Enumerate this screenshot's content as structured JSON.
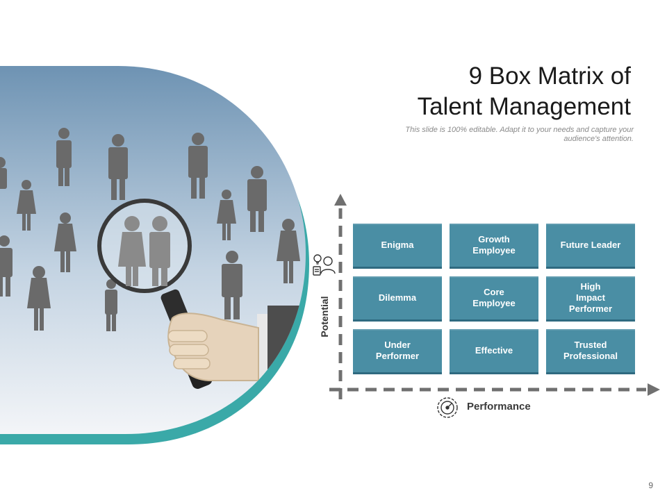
{
  "slide": {
    "title_line1": "9 Box Matrix of",
    "title_line2": "Talent Management",
    "subtitle": "This slide is 100% editable. Adapt it to your needs and capture your audience's attention.",
    "page_number": "9"
  },
  "axes": {
    "y_label": "Potential",
    "x_label": "Performance"
  },
  "matrix": {
    "cells": [
      "Enigma",
      "Growth Employee",
      "Future Leader",
      "Dilemma",
      "Core\nEmployee",
      "High\nImpact\nPerformer",
      "Under\nPerformer",
      "Effective",
      "Trusted\nProfessional"
    ]
  },
  "colors": {
    "cell": "#4a8ea4",
    "accent_teal": "#3aa9a8",
    "axis": "#707070"
  },
  "icons": {
    "potential": "idea-person-icon",
    "performance": "speedometer-gear-icon",
    "illustration": "magnifier-over-people-illustration"
  }
}
